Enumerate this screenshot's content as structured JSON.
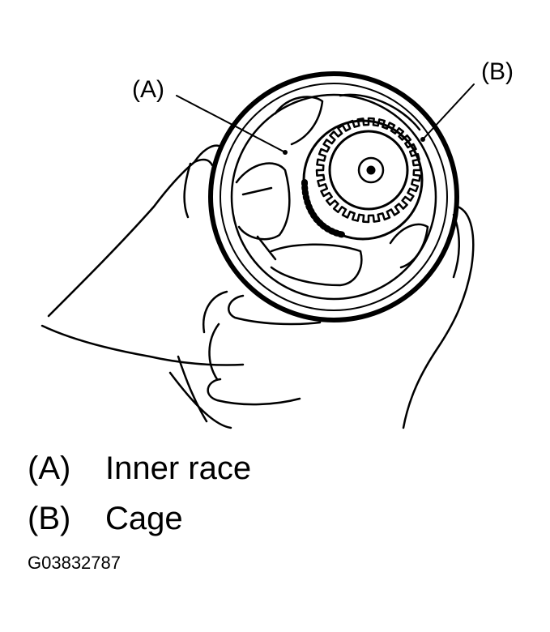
{
  "figure": {
    "callouts": [
      {
        "key": "a",
        "label": "(A)"
      },
      {
        "key": "b",
        "label": "(B)"
      }
    ],
    "legend": [
      {
        "key": "(A)",
        "text": "Inner race"
      },
      {
        "key": "(B)",
        "text": "Cage"
      }
    ],
    "code": "G03832787"
  }
}
